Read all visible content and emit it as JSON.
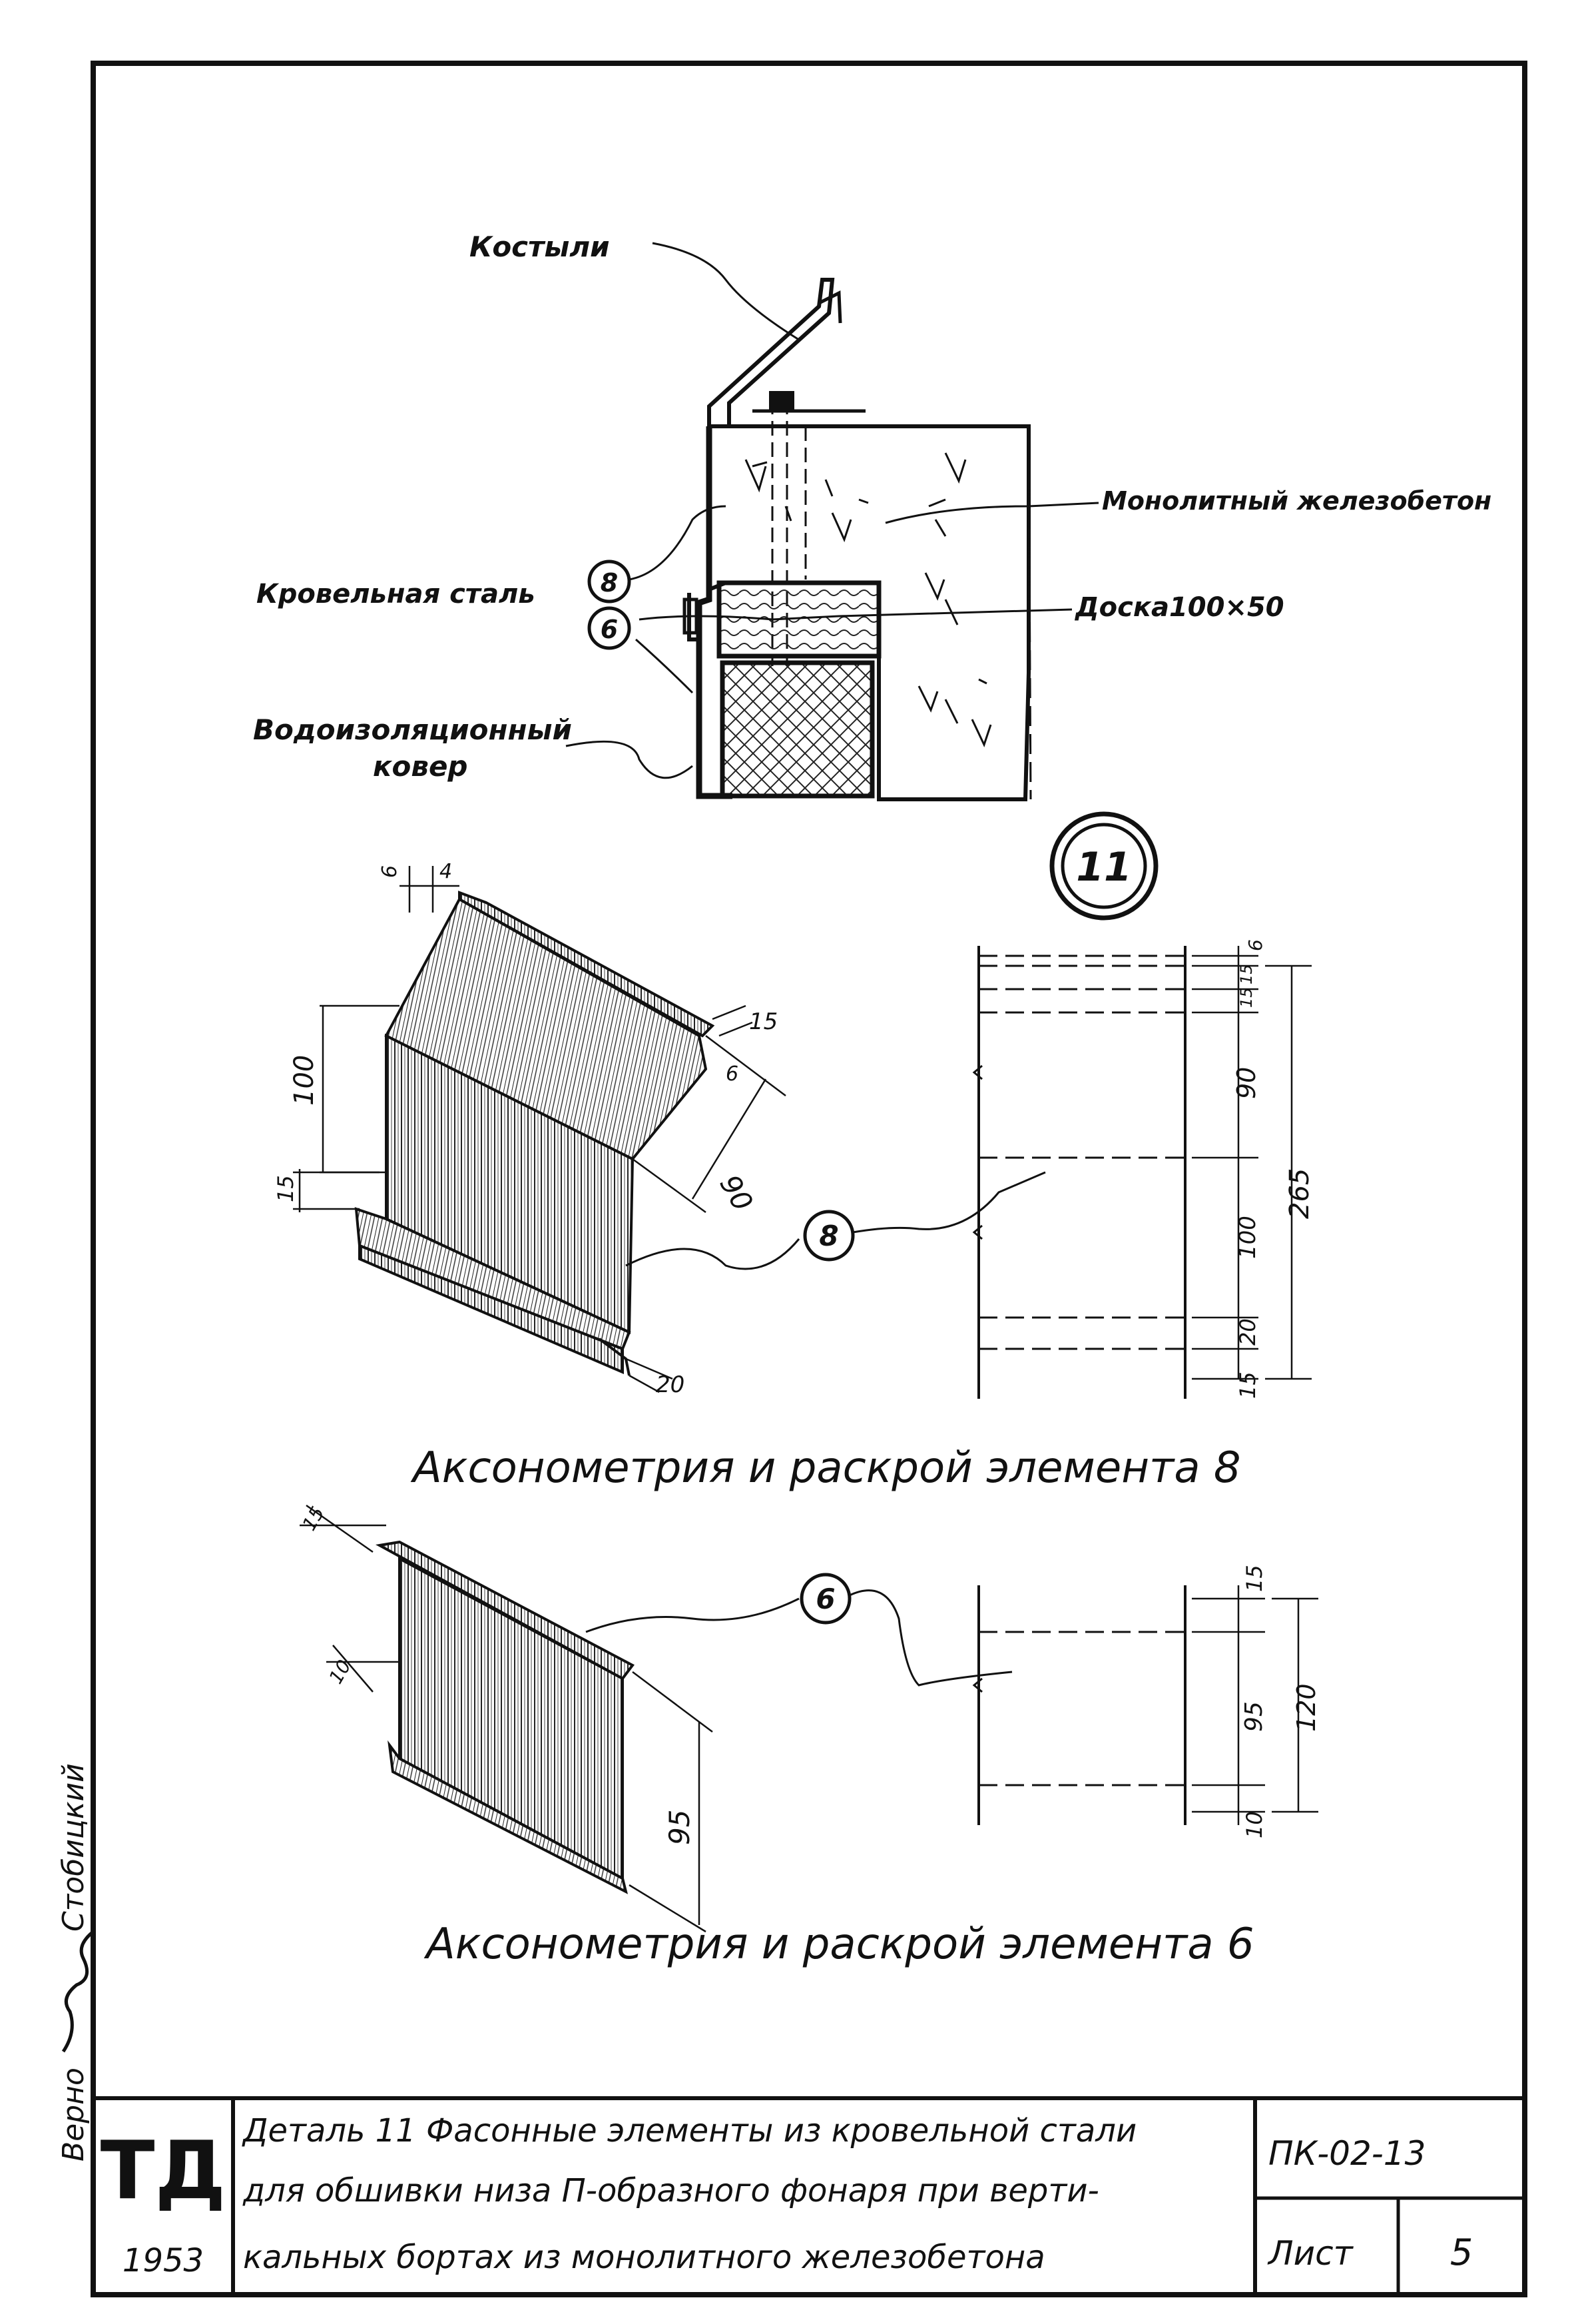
{
  "section_drawing": {
    "labels": {
      "kostyli": "Костыли",
      "monolith": "Монолитный железобетон",
      "roofing_steel": "Кровельная сталь",
      "board": "Доска100×50",
      "waterproof_1": "Водоизоляционный",
      "waterproof_2": "ковер"
    },
    "callouts": [
      "8",
      "6"
    ]
  },
  "detail_number": "11",
  "element8": {
    "axo_dims": [
      "6",
      "4",
      "100",
      "15",
      "6",
      "90",
      "15",
      "20"
    ],
    "layout_dims": [
      "6",
      "15",
      "15",
      "90",
      "100",
      "20",
      "15"
    ],
    "total_dim": "265",
    "callout": "8",
    "caption": "Аксонометрия и раскрой элемента 8"
  },
  "element6": {
    "axo_dims": [
      "15",
      "10",
      "95"
    ],
    "layout_dims": [
      "15",
      "95",
      "10"
    ],
    "total_dim": "120",
    "callout": "6",
    "caption": "Аксонометрия и раскрой элемента 6"
  },
  "side_note": {
    "verno": "Верно",
    "name": "Стобицкий"
  },
  "title_block": {
    "logo": "ТД",
    "year": "1953",
    "title_line1": "Деталь 11 Фасонные элементы из кровельной стали",
    "title_line2": "для обшивки низа П-образного фонаря при верти-",
    "title_line3": "кальных бортах из монолитного железобетона",
    "code": "ПК-02-13",
    "sheet_label": "Лист",
    "sheet_number": "5"
  }
}
